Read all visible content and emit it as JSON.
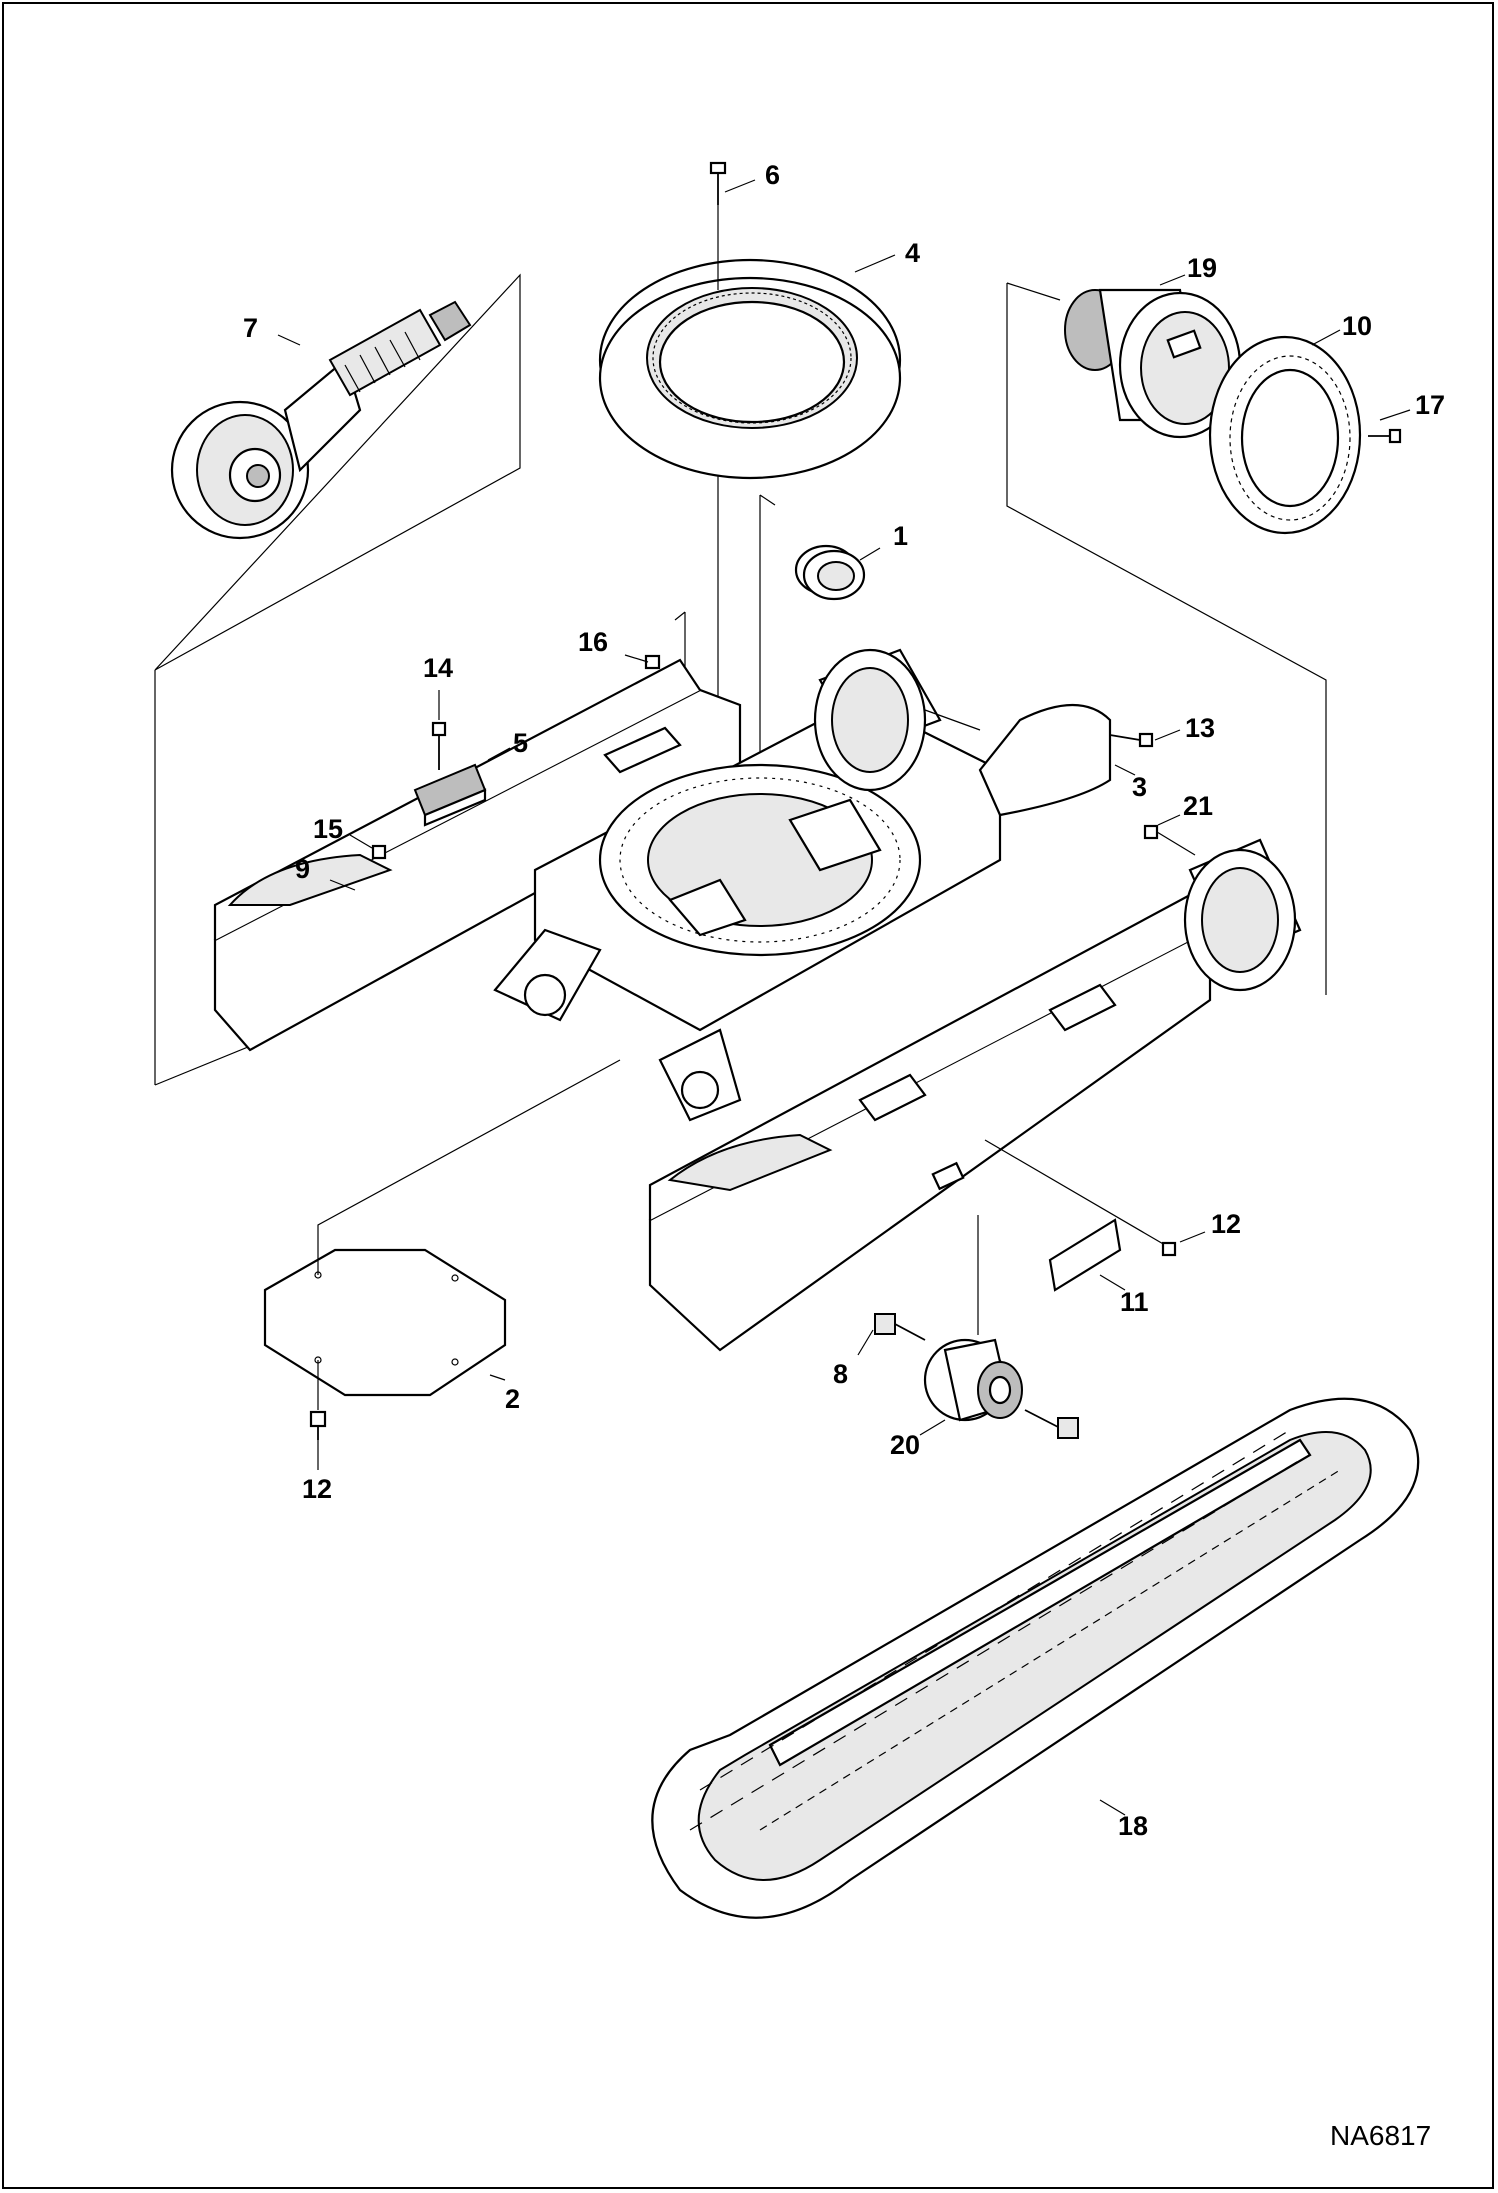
{
  "drawing_id": "NA6817",
  "callouts": {
    "c1": "1",
    "c2": "2",
    "c3": "3",
    "c4": "4",
    "c5": "5",
    "c6": "6",
    "c7": "7",
    "c8": "8",
    "c9": "9",
    "c10": "10",
    "c11": "11",
    "c12a": "12",
    "c12b": "12",
    "c13": "13",
    "c14": "14",
    "c15": "15",
    "c16": "16",
    "c17": "17",
    "c18": "18",
    "c19": "19",
    "c20": "20",
    "c21": "21"
  },
  "colors": {
    "line": "#000000",
    "background": "#ffffff",
    "shade": "#bdbdbd"
  }
}
